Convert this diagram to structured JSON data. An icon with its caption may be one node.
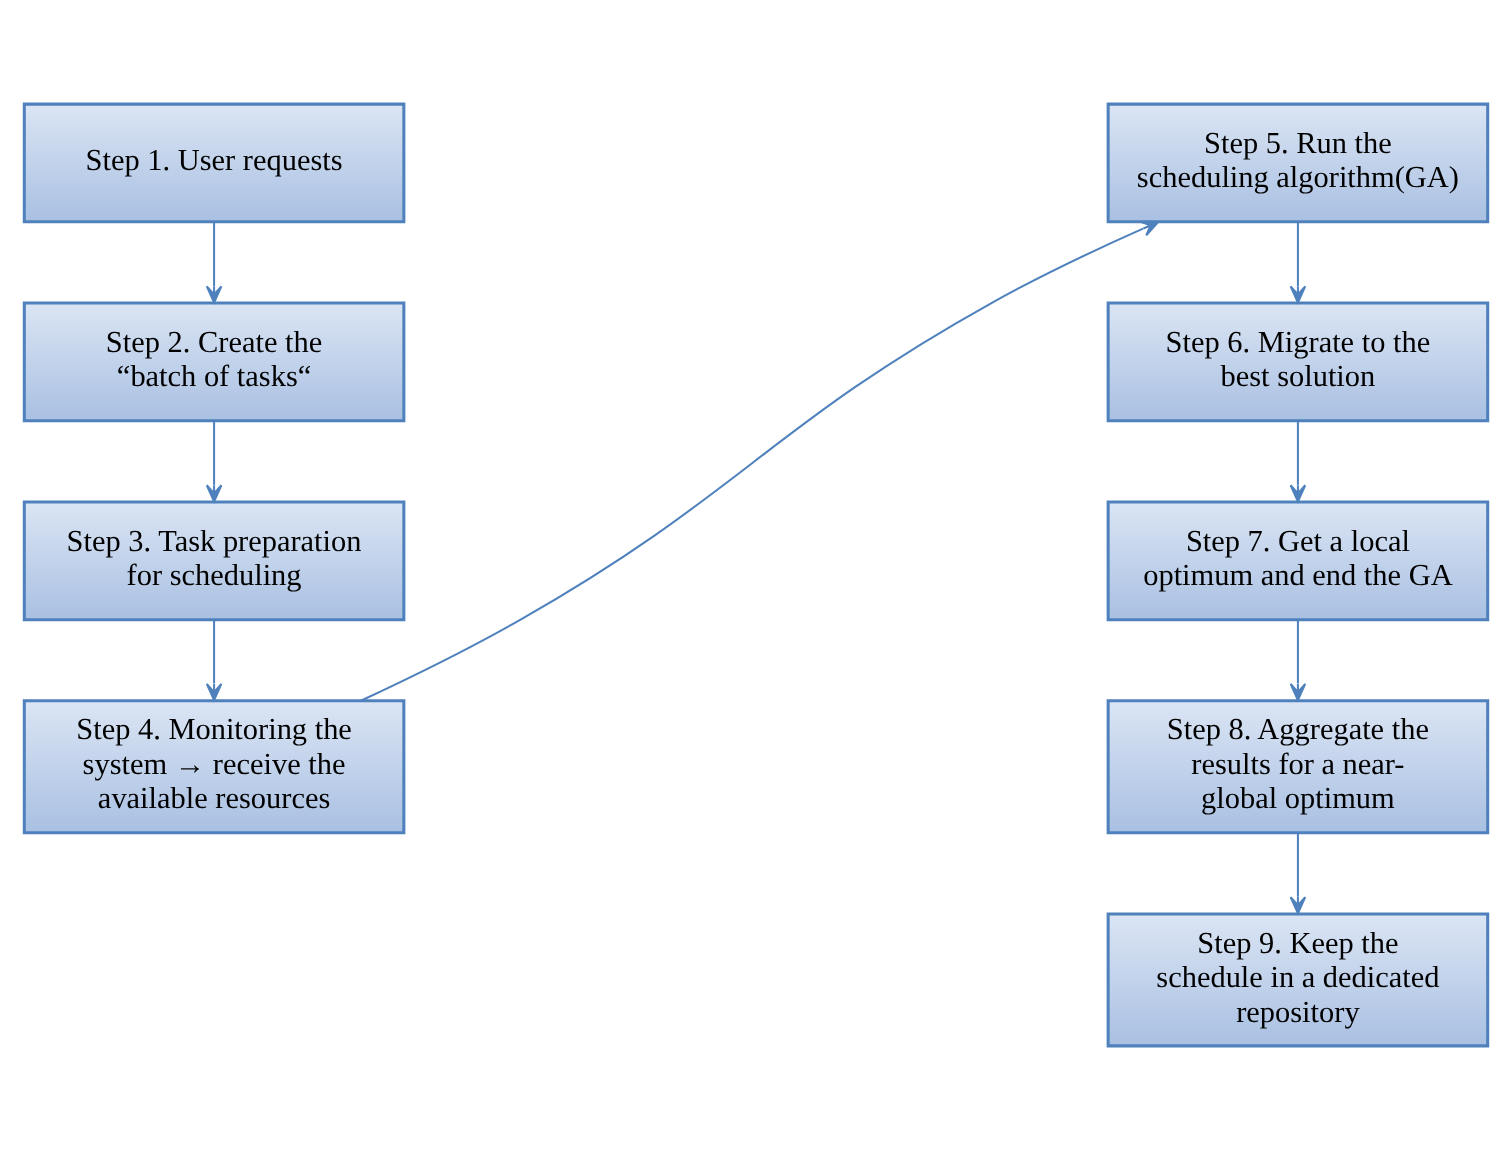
{
  "diagram": {
    "nodes": [
      {
        "text": [
          "Step 1. User requests"
        ]
      },
      {
        "text": [
          "Step 2. Create the “batch of tasks“"
        ]
      },
      {
        "text": [
          "Step 3. Task preparation for scheduling"
        ]
      },
      {
        "text": [
          "Step 4. Monitoring the system → receive the available resources"
        ]
      },
      {
        "text": [
          "Step 5. Run the scheduling algorithm(GA)"
        ]
      },
      {
        "text": [
          "Step 6. Migrate to the best solution"
        ]
      },
      {
        "text": [
          "Step 7. Get a local optimum and end the GA"
        ]
      },
      {
        "text": [
          "Step 8. Aggregate the results for a near-global optimum"
        ]
      },
      {
        "text": [
          "Step 9. Keep the schedule in a dedicated repository"
        ]
      }
    ],
    "edges": [
      {
        "from": 0,
        "to": 1,
        "arrow": "to"
      },
      {
        "from": 1,
        "to": 2,
        "arrow": "to"
      },
      {
        "from": 2,
        "to": 3,
        "arrow": "to"
      },
      {
        "from": 3,
        "to": 4,
        "arrow": "to"
      },
      {
        "from": 4,
        "to": 5,
        "arrow": "to"
      },
      {
        "from": 5,
        "to": 6,
        "arrow": "to"
      },
      {
        "from": 6,
        "to": 7,
        "arrow": "to"
      },
      {
        "from": 7,
        "to": 8,
        "arrow": "to"
      }
    ]
  }
}
